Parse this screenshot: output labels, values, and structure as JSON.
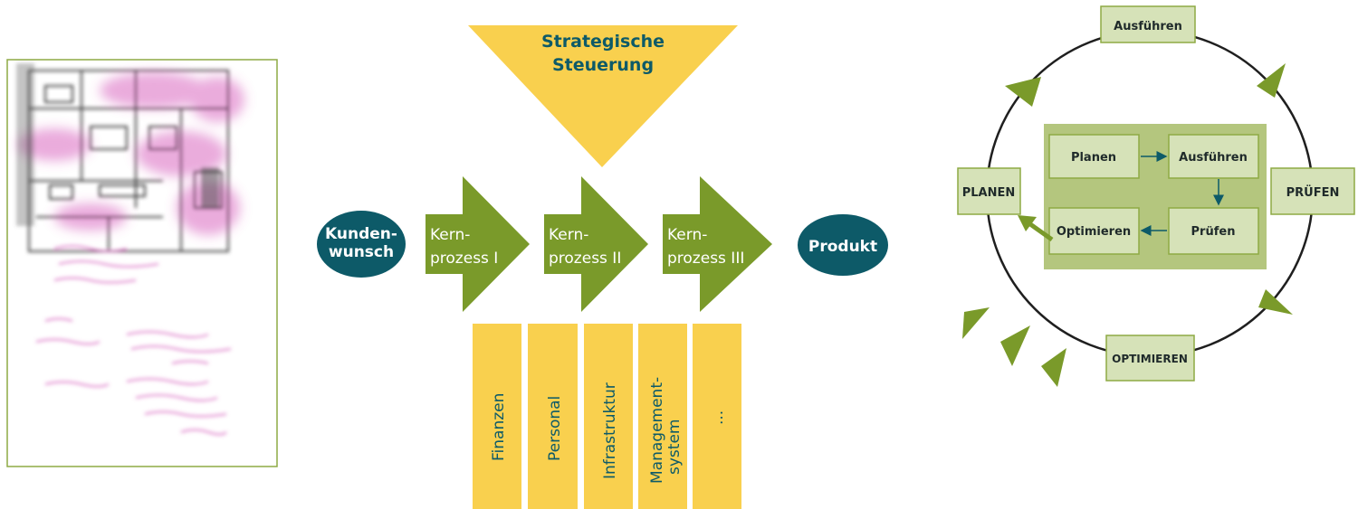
{
  "colors": {
    "green": "#7a9a2a",
    "yellow": "#f9d04e",
    "teal": "#0d5a68",
    "pale_green": "#d6e2b8",
    "mid_green": "#b4c67e",
    "frame_green": "#8eaa44",
    "pink": "#d966c0"
  },
  "sketch": {
    "description_icon": "floor-plan-sketch-image"
  },
  "process": {
    "top_arrow": {
      "line1": "Strategische",
      "line2": "Steuerung"
    },
    "customer": {
      "line1": "Kunden-",
      "line2": "wunsch"
    },
    "product": "Produkt",
    "core": [
      {
        "line1": "Kern-",
        "line2": "prozess I"
      },
      {
        "line1": "Kern-",
        "line2": "prozess II"
      },
      {
        "line1": "Kern-",
        "line2": "prozess III"
      }
    ],
    "support": [
      {
        "line1": "Finanzen",
        "line2": ""
      },
      {
        "line1": "Personal",
        "line2": ""
      },
      {
        "line1": "Infrastruktur",
        "line2": ""
      },
      {
        "line1": "Management-",
        "line2": "system"
      },
      {
        "line1": "...",
        "line2": ""
      }
    ]
  },
  "cycle": {
    "outer": {
      "top": "Ausführen",
      "right": "PRÜFEN",
      "bottom": "OPTIMIEREN",
      "left": "PLANEN"
    },
    "inner": {
      "plan": "Planen",
      "do": "Ausführen",
      "check": "Prüfen",
      "act": "Optimieren"
    }
  }
}
